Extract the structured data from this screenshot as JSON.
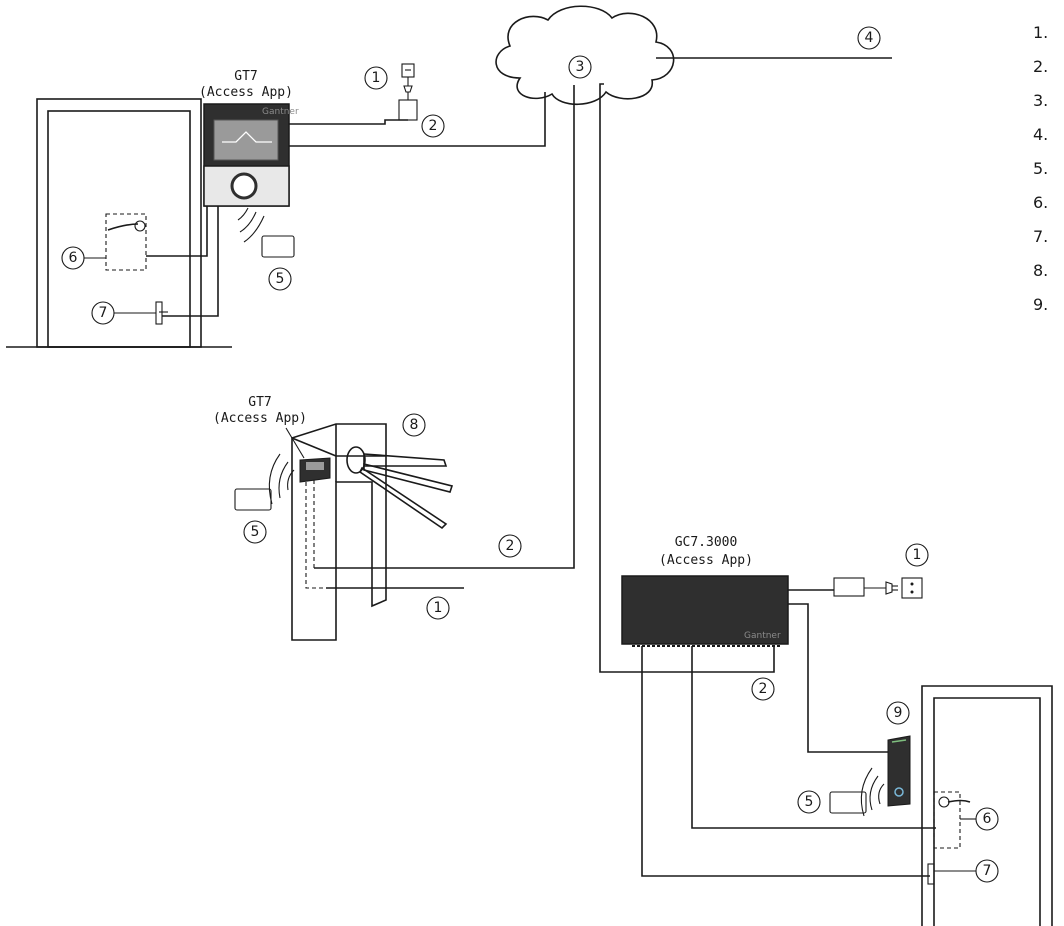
{
  "devices": {
    "gt7_door": {
      "name": "GT7",
      "app": "(Access App)"
    },
    "gt7_turnstile": {
      "name": "GT7",
      "app": "(Access App)"
    },
    "gc7": {
      "name": "GC7.3000",
      "app": "(Access App)"
    },
    "gc7_brand": "Gantner",
    "gt7_brand": "Gantner"
  },
  "callouts": {
    "power_top": "1",
    "network_top": "2",
    "cloud": "3",
    "uplink": "4",
    "card_door": "5",
    "handle_door": "6",
    "contact_door": "7",
    "turnstile": "8",
    "card_turnstile": "5",
    "network_turnstile": "2",
    "power_turnstile": "1",
    "power_gc7": "1",
    "network_gc7": "2",
    "reader": "9",
    "card_reader": "5",
    "handle_door2": "6",
    "contact_door2": "7"
  },
  "legend": [
    "1.",
    "2.",
    "3.",
    "4.",
    "5.",
    "6.",
    "7.",
    "8.",
    "9."
  ],
  "colors": {
    "line": "#1a1a1a",
    "device_dark": "#2f2f2f",
    "screen": "#9a9a9a"
  }
}
